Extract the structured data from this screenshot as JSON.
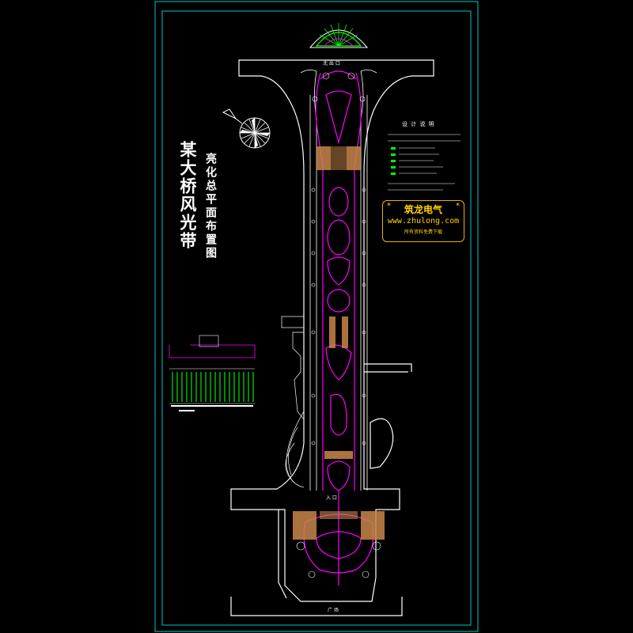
{
  "drawing": {
    "title": "某大桥风光带",
    "subtitle": "亮化总平面布置图",
    "notes_heading": "设 计 说 明",
    "stamp": {
      "brand": "筑龙电气",
      "url": "www.zhulong.com",
      "tagline": "所有资料免费下载",
      "asterisk": "*"
    },
    "plan_labels": {
      "top": "北  出  口",
      "bottom_node": "入  口",
      "bottom": "广  场"
    }
  },
  "colors": {
    "frame": "#00c8c8",
    "lines": "#ffffff",
    "magenta": "#ff00ff",
    "pavement": "#c8874b",
    "green": "#00ff00",
    "yellow": "#ffd200"
  }
}
